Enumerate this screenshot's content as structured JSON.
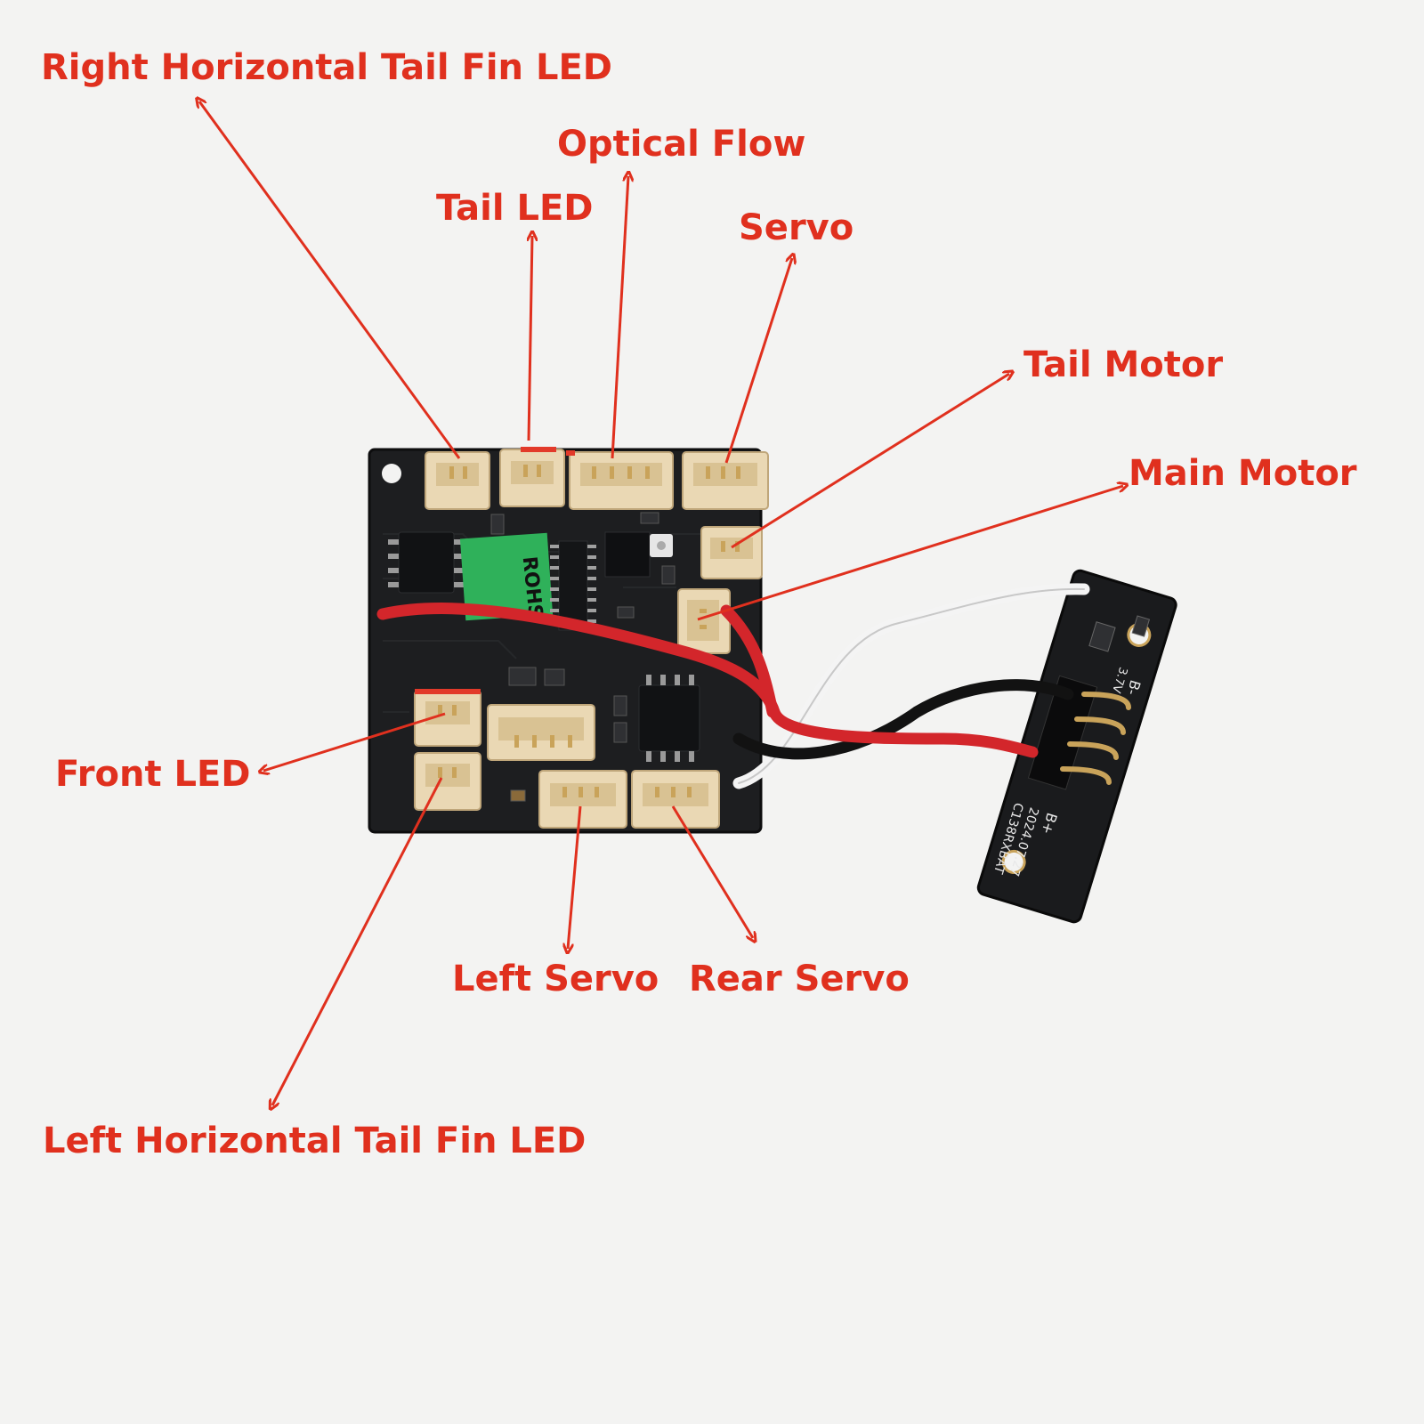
{
  "labels": {
    "right_horizontal_tail_fin_led": "Right Horizontal Tail Fin LED",
    "optical_flow": "Optical Flow",
    "tail_led": "Tail LED",
    "servo": "Servo",
    "tail_motor": "Tail Motor",
    "main_motor": "Main Motor",
    "front_led": "Front LED",
    "left_servo": "Left Servo",
    "rear_servo": "Rear Servo",
    "left_horizontal_tail_fin_led": "Left Horizontal Tail Fin LED"
  },
  "board_markings": {
    "sticker": "ROHS",
    "battery_board_id": "C138RXBAT",
    "battery_board_date": "2024.07.27",
    "battery_plus": "B+",
    "battery_minus": "B-",
    "voltage": "3.7V"
  },
  "colors": {
    "annotation": "#e0301e",
    "pcb": "#1d1e20",
    "connector": "#ead8b4",
    "sticker": "#2fb15a",
    "wire_red": "#d3262b",
    "wire_black": "#121212",
    "wire_white": "#f4f4f4",
    "pin_gold": "#c9a35a",
    "background": "#f3f3f2"
  }
}
